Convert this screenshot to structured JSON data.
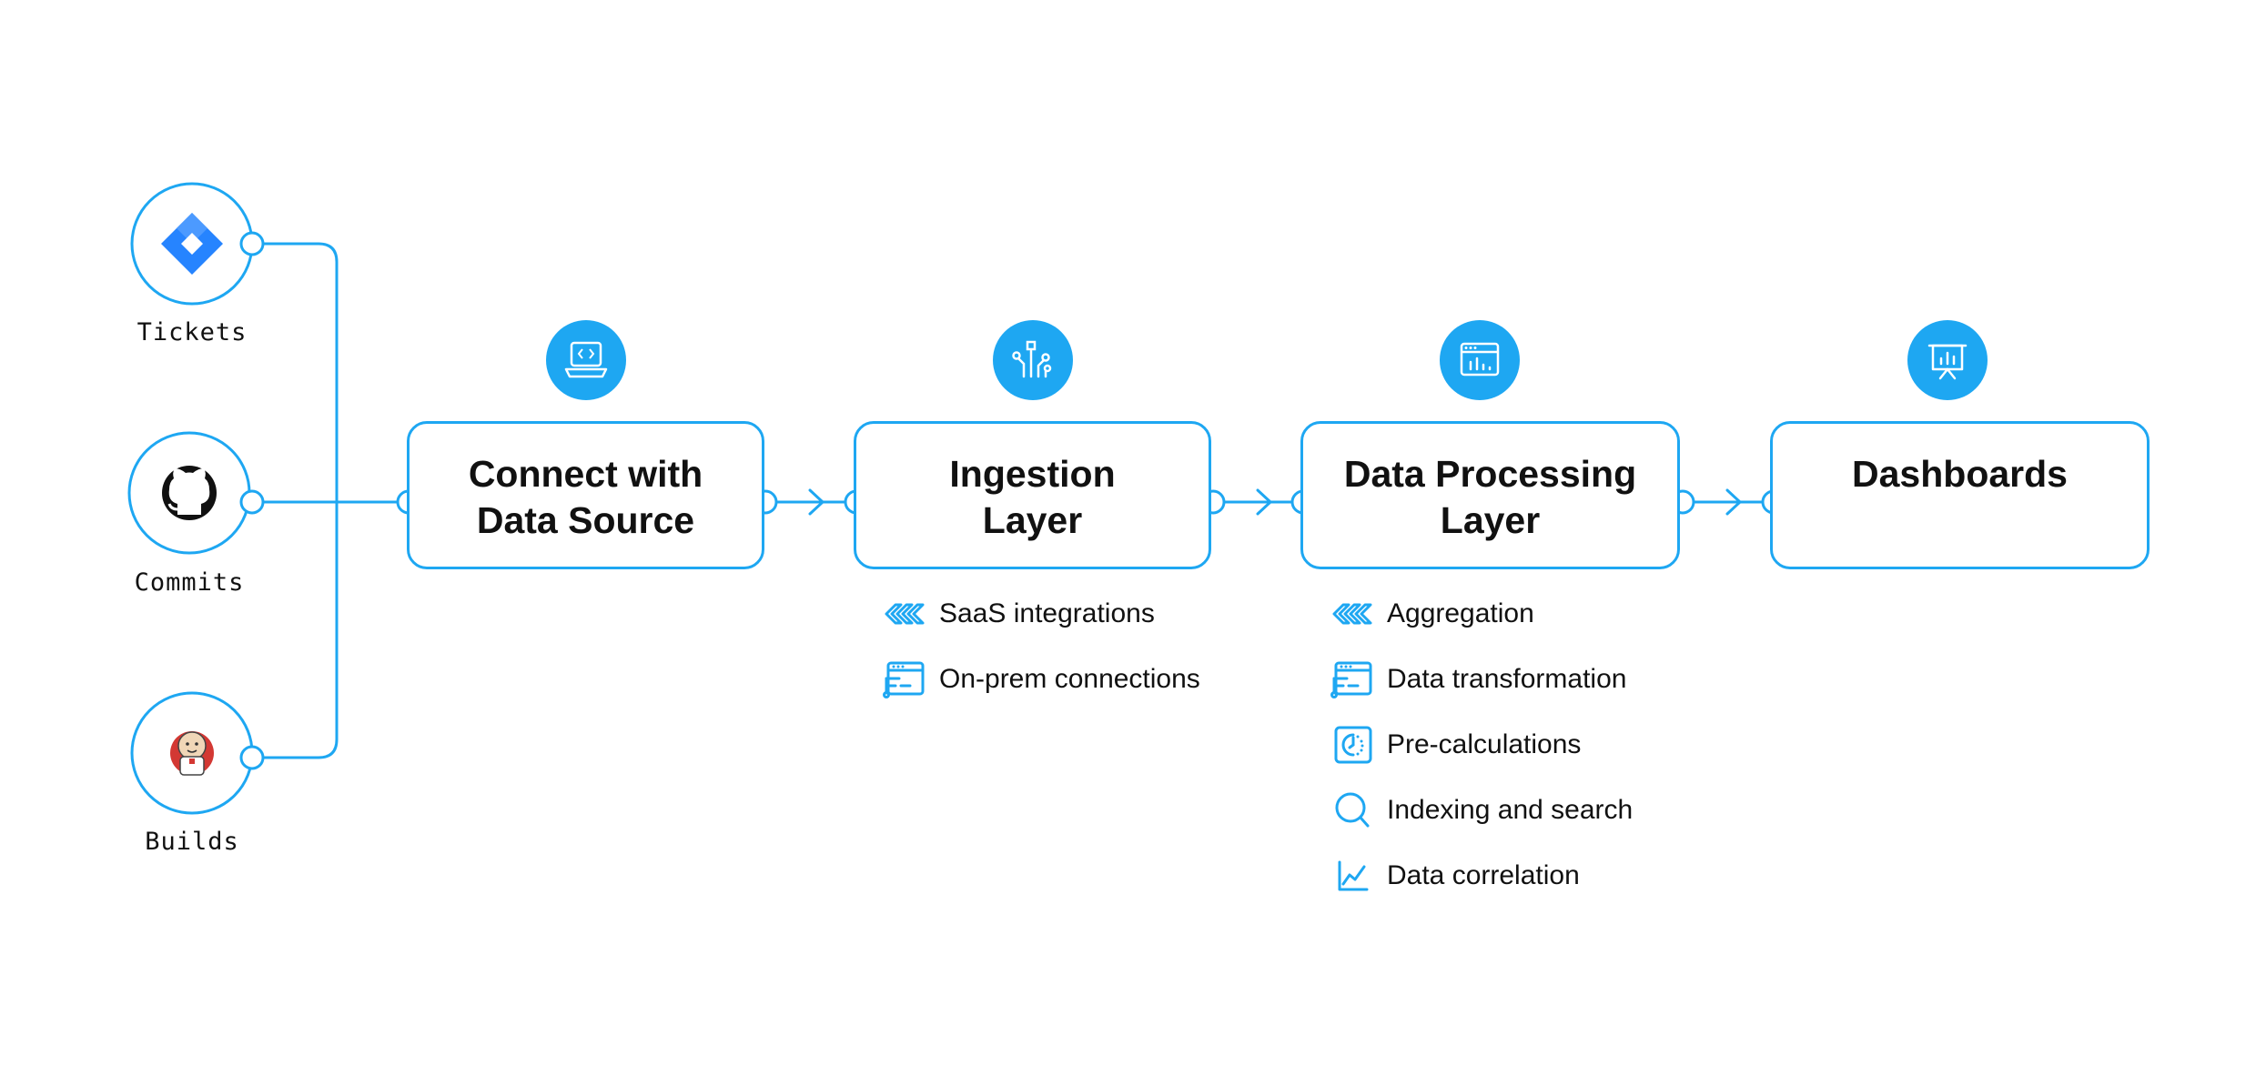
{
  "sources": [
    {
      "label": "Tickets",
      "icon": "jira-icon"
    },
    {
      "label": "Commits",
      "icon": "github-icon"
    },
    {
      "label": "Builds",
      "icon": "jenkins-icon"
    }
  ],
  "stages": [
    {
      "line1": "Connect with",
      "line2": "Data Source",
      "icon": "laptop-code-icon"
    },
    {
      "line1": "Ingestion",
      "line2": "Layer",
      "icon": "circuit-icon"
    },
    {
      "line1": "Data Processing",
      "line2": "Layer",
      "icon": "browser-chart-icon"
    },
    {
      "line1": "Dashboards",
      "line2": "",
      "icon": "presentation-board-icon"
    }
  ],
  "ingestion_features": [
    {
      "label": "SaaS integrations",
      "icon": "chevrons-icon"
    },
    {
      "label": "On-prem connections",
      "icon": "server-window-icon"
    }
  ],
  "processing_features": [
    {
      "label": "Aggregation",
      "icon": "chevrons-icon"
    },
    {
      "label": "Data transformation",
      "icon": "server-window-icon"
    },
    {
      "label": "Pre-calculations",
      "icon": "clock-dial-icon"
    },
    {
      "label": "Indexing and search",
      "icon": "magnifier-icon"
    },
    {
      "label": "Data correlation",
      "icon": "line-chart-icon"
    }
  ],
  "colors": {
    "accent": "#1ea7f2",
    "text": "#111111",
    "jira_blue": "#2684ff",
    "jenkins_red": "#d33833"
  }
}
